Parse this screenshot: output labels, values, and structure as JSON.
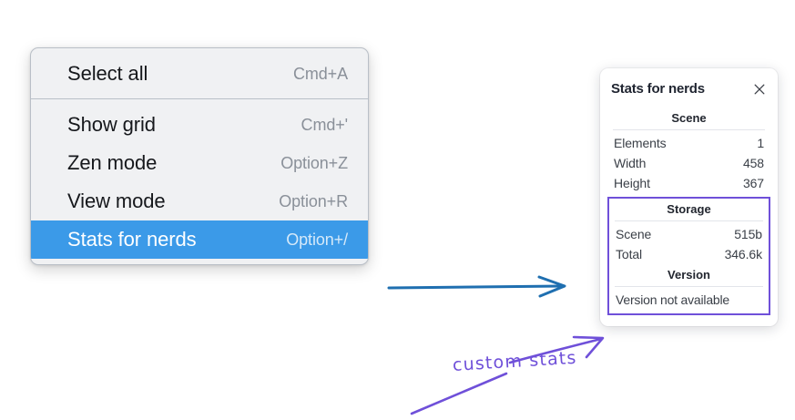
{
  "colors": {
    "menu_background": "#f0f1f3",
    "menu_border": "#b9bfc7",
    "menu_selected": "#3b9ae8",
    "shortcut_text": "#8a9099",
    "annotation_purple": "#6f50d9",
    "annotation_blue": "#1f6fb0",
    "panel_background": "#ffffff"
  },
  "menu": {
    "groups": [
      {
        "items": [
          {
            "label": "Select all",
            "shortcut": "Cmd+A",
            "selected": false
          }
        ]
      },
      {
        "items": [
          {
            "label": "Show grid",
            "shortcut": "Cmd+'",
            "selected": false
          },
          {
            "label": "Zen mode",
            "shortcut": "Option+Z",
            "selected": false
          },
          {
            "label": "View mode",
            "shortcut": "Option+R",
            "selected": false
          },
          {
            "label": "Stats for nerds",
            "shortcut": "Option+/",
            "selected": true
          }
        ]
      }
    ]
  },
  "panel": {
    "title": "Stats for nerds",
    "close_icon": "close-icon",
    "sections": [
      {
        "title": "Scene",
        "highlighted": false,
        "rows": [
          {
            "label": "Elements",
            "value": "1"
          },
          {
            "label": "Width",
            "value": "458"
          },
          {
            "label": "Height",
            "value": "367"
          }
        ]
      },
      {
        "title": "Storage",
        "highlighted": true,
        "rows": [
          {
            "label": "Scene",
            "value": "515b"
          },
          {
            "label": "Total",
            "value": "346.6k"
          }
        ]
      },
      {
        "title": "Version",
        "highlighted": true,
        "note": "Version not available"
      }
    ]
  },
  "annotations": {
    "hand_label": "custom stats",
    "blue_arrow_name": "flow-arrow-menu-to-panel",
    "purple_arrow_name": "callout-arrow-to-storage-section"
  }
}
